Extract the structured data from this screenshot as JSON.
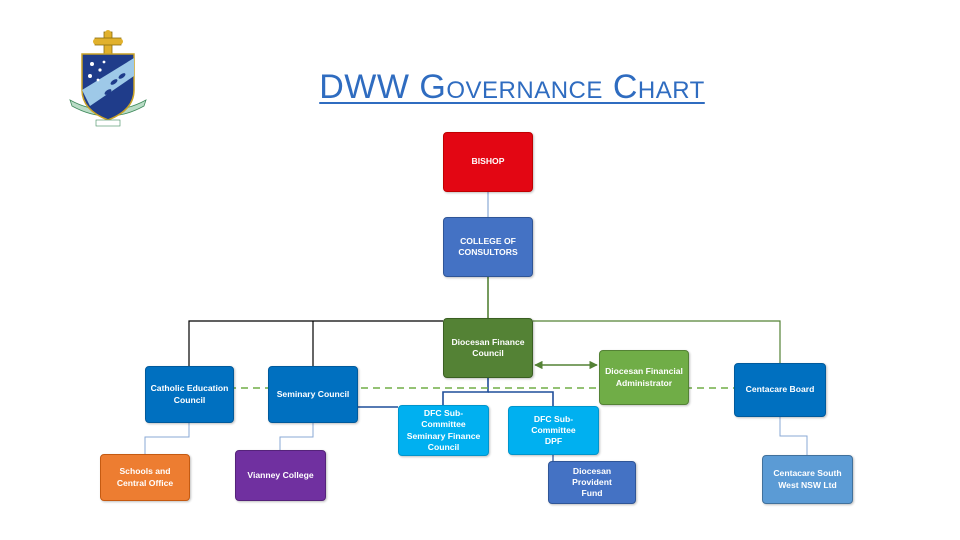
{
  "title": "DWW Governance Chart",
  "colors": {
    "bishop": "#e30613",
    "consultors": "#4472c4",
    "finance_council": "#548235",
    "financial_admin": "#70ad47",
    "blue_dark": "#0070c0",
    "blue_light": "#00b0f0",
    "orange": "#ed7d31",
    "purple": "#7030a0",
    "blue_mid": "#4472c4",
    "blue_soft": "#5b9bd5"
  },
  "nodes": {
    "bishop": "BISHOP",
    "college_of_consultors": "COLLEGE OF\nCONSULTORS",
    "diocesan_finance_council": "Diocesan Finance\nCouncil",
    "diocesan_financial_administrator": "Diocesan Financial\nAdministrator",
    "catholic_education_council": "Catholic Education\nCouncil",
    "seminary_council": "Seminary Council",
    "centacare_board": "Centacare Board",
    "dfc_seminary": "DFC Sub-Committee\nSeminary Finance\nCouncil",
    "dfc_dpf": "DFC Sub-Committee\nDPF",
    "schools_central_office": "Schools and\nCentral Office",
    "vianney_college": "Vianney College",
    "diocesan_provident_fund": "Diocesan Provident\nFund",
    "centacare_south_west": "Centacare South\nWest NSW Ltd"
  },
  "logo": {
    "icons": [
      "cross-icon",
      "shield-icon",
      "stars-icon",
      "fish-icon"
    ]
  }
}
